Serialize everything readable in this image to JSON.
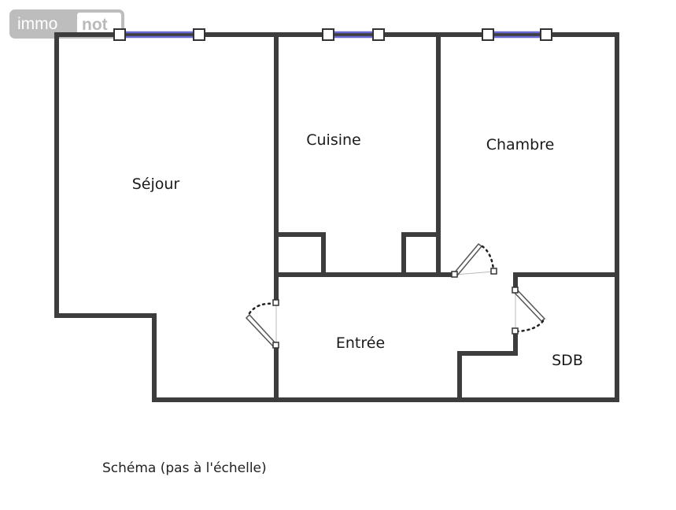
{
  "logo": {
    "part1": "immo",
    "part2": "not",
    "background_color": "#bdbdbd"
  },
  "rooms": {
    "sejour": "Séjour",
    "cuisine": "Cuisine",
    "chambre": "Chambre",
    "entree": "Entrée",
    "sdb": "SDB"
  },
  "caption": "Schéma (pas à l'échelle)",
  "colors": {
    "wall": "#3d3d3d",
    "window": "#6b6bd6"
  }
}
